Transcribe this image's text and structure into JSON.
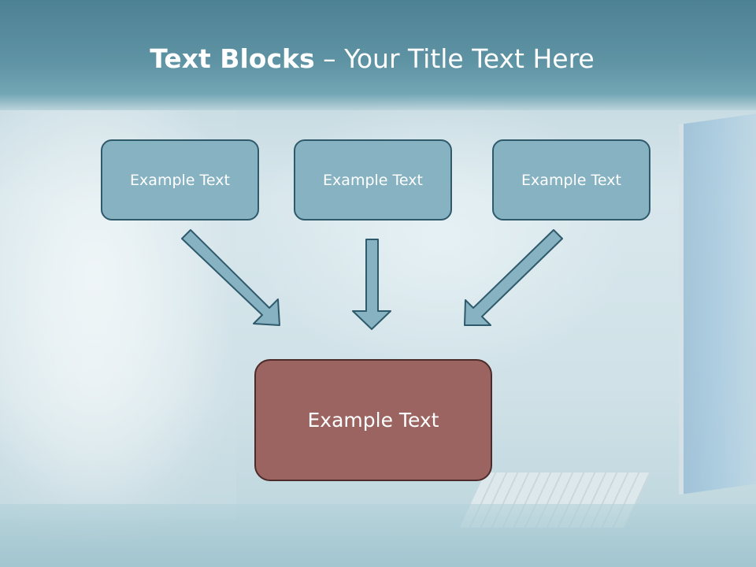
{
  "slide": {
    "title_bold": "Text Blocks",
    "title_separator": " – ",
    "title_rest": "Your Title Text Here",
    "blocks": [
      {
        "label": "Example Text"
      },
      {
        "label": "Example Text"
      },
      {
        "label": "Example Text"
      }
    ],
    "main_block": {
      "label": "Example Text"
    }
  },
  "colors": {
    "header": "#5e93a4",
    "block_fill": "#86b2c2",
    "block_border": "#2f5a6c",
    "main_fill": "#9b6461",
    "arrow_fill": "#86b2c2"
  },
  "icons": [
    "arrow-down-right-icon",
    "arrow-down-icon",
    "arrow-down-left-icon"
  ]
}
